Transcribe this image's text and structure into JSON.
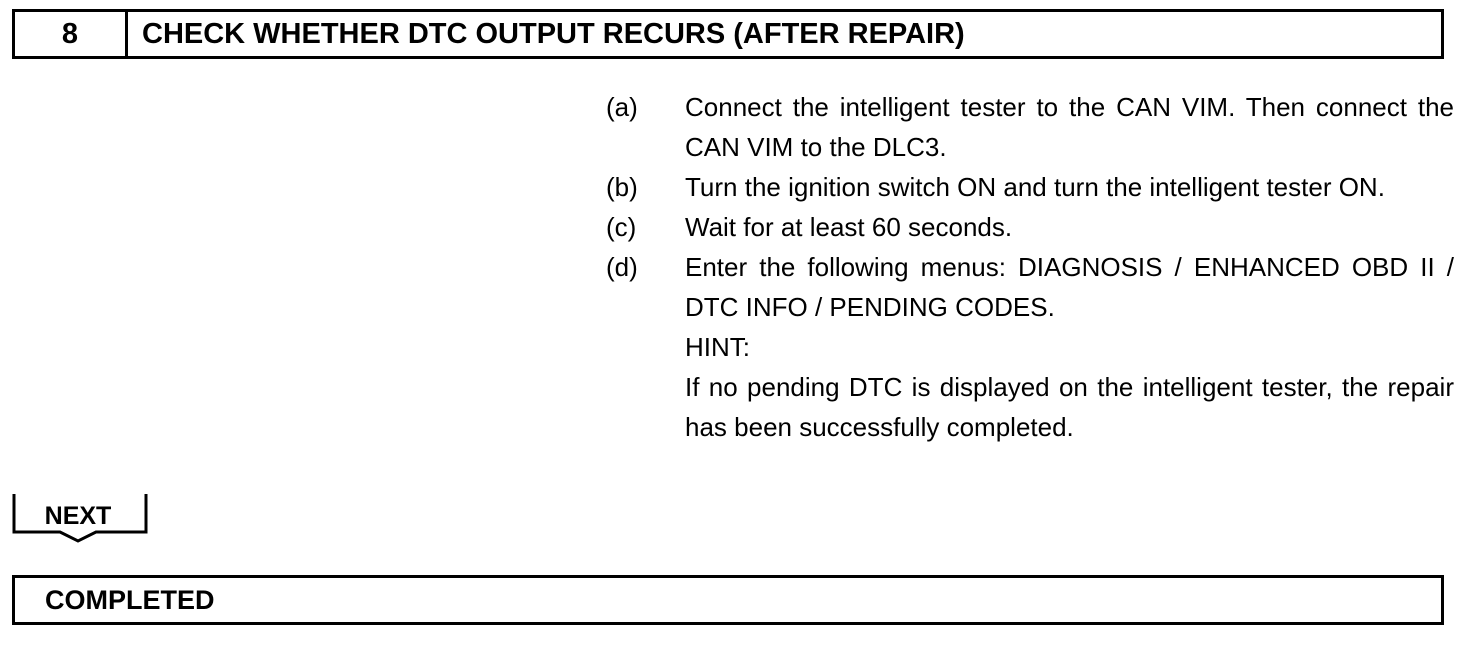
{
  "step": {
    "number": "8",
    "title": "CHECK WHETHER DTC OUTPUT RECURS (AFTER REPAIR)"
  },
  "procedure": [
    {
      "letter": "(a)",
      "text": "Connect the intelligent tester to the CAN VIM. Then connect the CAN VIM to the DLC3."
    },
    {
      "letter": "(b)",
      "text": "Turn the ignition switch ON and turn the intelligent tester ON."
    },
    {
      "letter": "(c)",
      "text": "Wait for at least 60 seconds."
    },
    {
      "letter": "(d)",
      "text": "Enter the following menus: DIAGNOSIS / ENHANCED OBD II / DTC INFO / PENDING CODES.",
      "hint_label": "HINT:",
      "hint_text": "If no pending DTC is displayed on the intelligent tester, the repair has been successfully completed."
    }
  ],
  "next_label": "NEXT",
  "result_label": "COMPLETED"
}
